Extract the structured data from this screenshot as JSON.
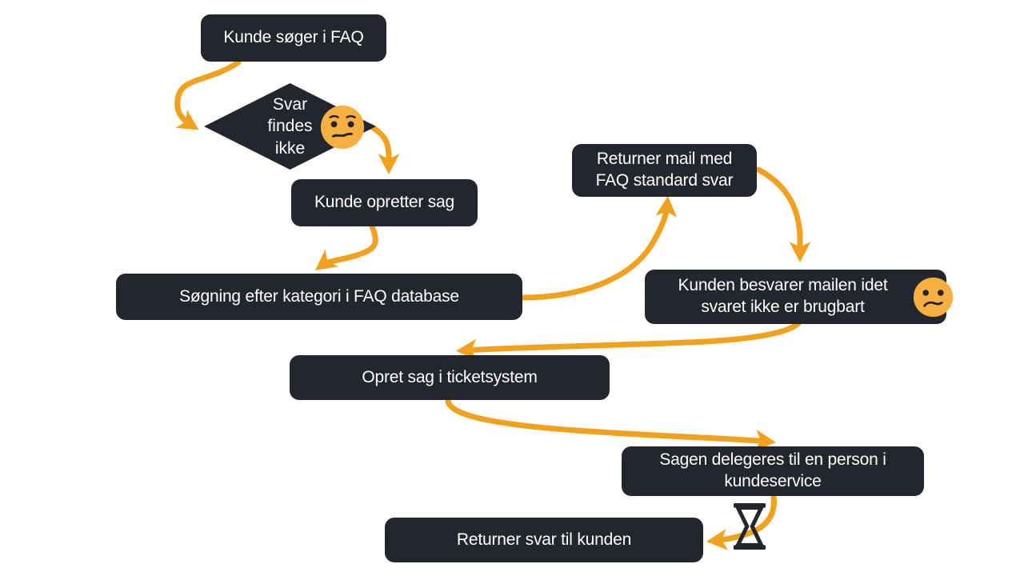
{
  "diagram": {
    "title": "Kundeservice FAQ proces flowchart",
    "background_color": "#ffffff",
    "node_color": "#24262e",
    "node_text_color": "#ffffff",
    "arrow_color": "#f0a11e",
    "emoji_color": "#f5b041"
  },
  "nodes": [
    {
      "id": "kunde-soeger-faq",
      "label": "Kunde søger i FAQ",
      "shape": "rounded-rect"
    },
    {
      "id": "svar-findes-ikke",
      "label": "Svar\nfindes\nikke",
      "shape": "diamond"
    },
    {
      "id": "kunde-opretter-sag",
      "label": "Kunde opretter sag",
      "shape": "rounded-rect"
    },
    {
      "id": "soegning-kategori",
      "label": "Søgning efter kategori i FAQ database",
      "shape": "rounded-rect"
    },
    {
      "id": "returner-mail-faq",
      "label": "Returner mail med\nFAQ standard svar",
      "shape": "rounded-rect"
    },
    {
      "id": "kunden-besvarer-mailen",
      "label": "Kunden besvarer mailen idet\nsvaret ikke er brugbart",
      "shape": "rounded-rect"
    },
    {
      "id": "opret-sag-ticketsystem",
      "label": "Opret sag i ticketsystem",
      "shape": "rounded-rect"
    },
    {
      "id": "sagen-delegeres",
      "label": "Sagen delegeres til en person i\nkundeservice",
      "shape": "rounded-rect"
    },
    {
      "id": "returner-svar-kunden",
      "label": "Returner svar til kunden",
      "shape": "rounded-rect"
    }
  ],
  "icons": [
    {
      "id": "confused-face-decision",
      "name": "confused-face-icon",
      "attached_to": "svar-findes-ikke"
    },
    {
      "id": "frowning-face-reply",
      "name": "frowning-face-icon",
      "attached_to": "kunden-besvarer-mailen"
    },
    {
      "id": "hourglass",
      "name": "hourglass-icon",
      "attached_to": "sagen-delegeres"
    }
  ],
  "edges": [
    {
      "id": "e1",
      "from": "kunde-soeger-faq",
      "to": "svar-findes-ikke"
    },
    {
      "id": "e2",
      "from": "svar-findes-ikke",
      "to": "kunde-opretter-sag"
    },
    {
      "id": "e3",
      "from": "kunde-opretter-sag",
      "to": "soegning-kategori"
    },
    {
      "id": "e4",
      "from": "soegning-kategori",
      "to": "returner-mail-faq"
    },
    {
      "id": "e5",
      "from": "returner-mail-faq",
      "to": "kunden-besvarer-mailen"
    },
    {
      "id": "e6",
      "from": "kunden-besvarer-mailen",
      "to": "opret-sag-ticketsystem"
    },
    {
      "id": "e7",
      "from": "opret-sag-ticketsystem",
      "to": "sagen-delegeres"
    },
    {
      "id": "e8",
      "from": "sagen-delegeres",
      "to": "returner-svar-kunden"
    }
  ]
}
